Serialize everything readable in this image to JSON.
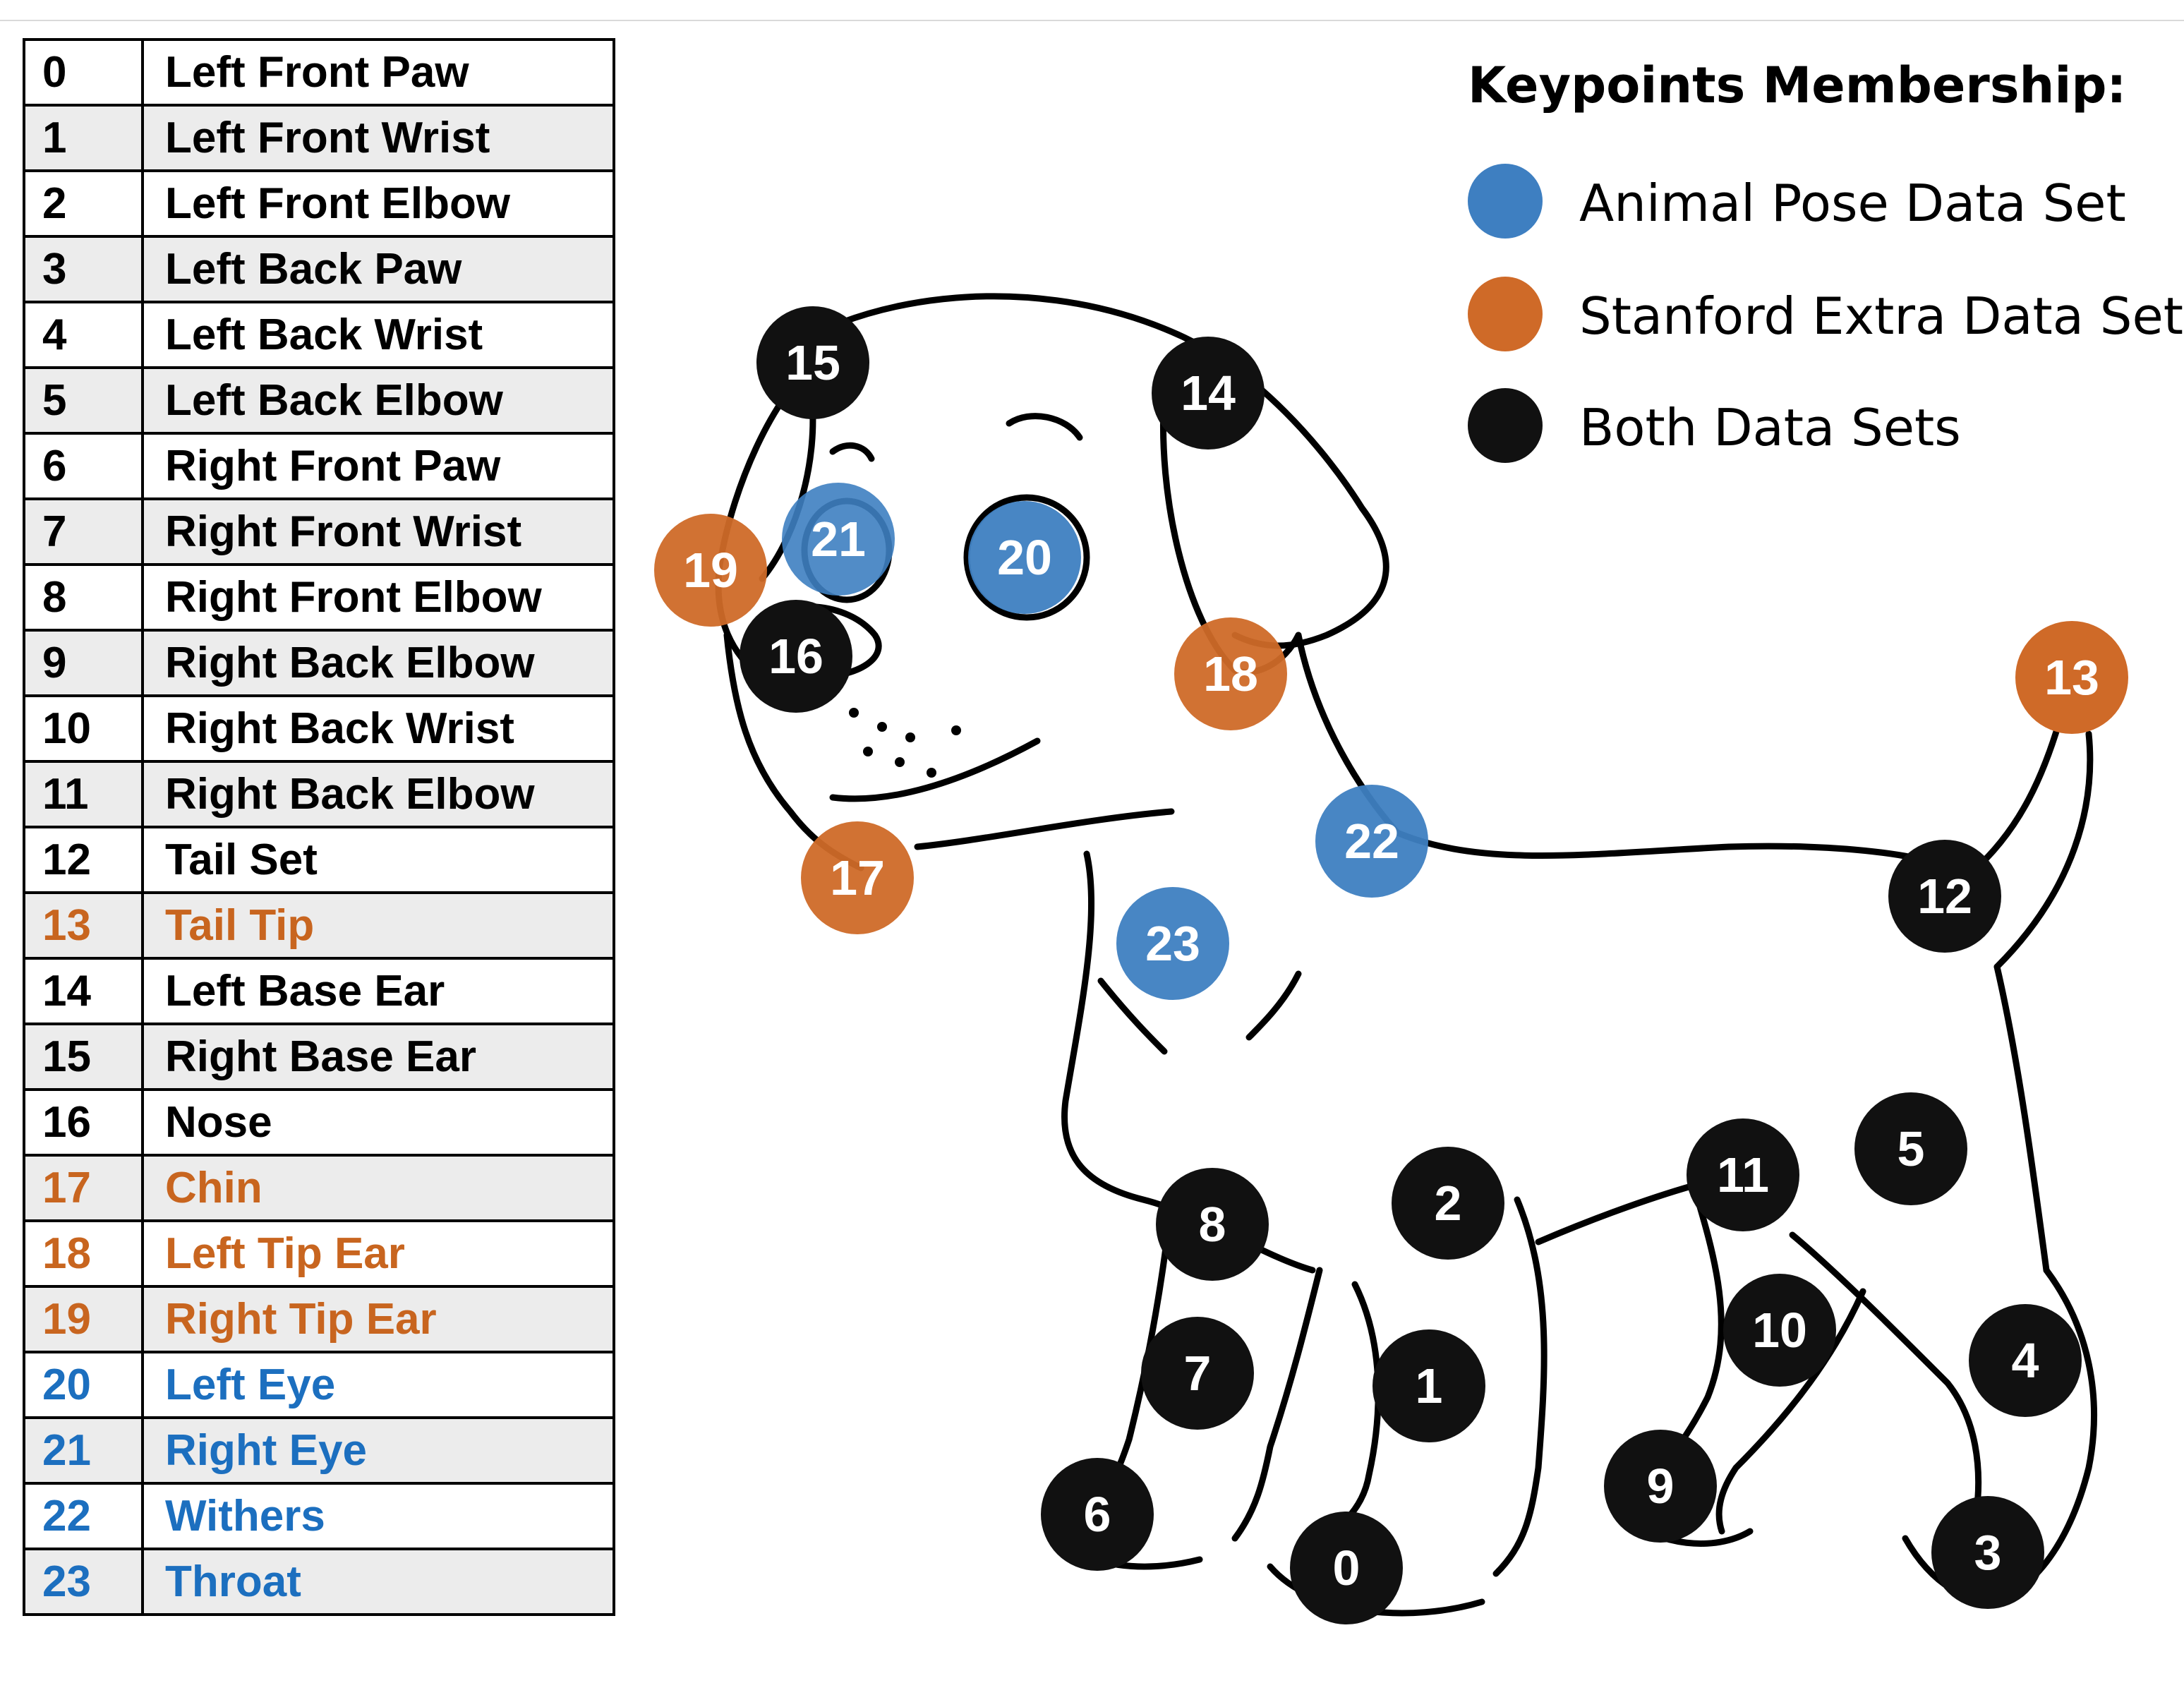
{
  "legend": {
    "title": "Keypoints Membership:",
    "items": [
      {
        "label": "Animal Pose Data Set",
        "color": "#3e7fc1"
      },
      {
        "label": "Stanford Extra Data Set",
        "color": "#cf6a28"
      },
      {
        "label": "Both Data Sets",
        "color": "#111111"
      }
    ]
  },
  "keypoints": [
    {
      "id": "0",
      "name": "Left Front Paw",
      "set": "both"
    },
    {
      "id": "1",
      "name": "Left Front Wrist",
      "set": "both"
    },
    {
      "id": "2",
      "name": "Left Front Elbow",
      "set": "both"
    },
    {
      "id": "3",
      "name": "Left Back Paw",
      "set": "both"
    },
    {
      "id": "4",
      "name": "Left Back Wrist",
      "set": "both"
    },
    {
      "id": "5",
      "name": "Left Back Elbow",
      "set": "both"
    },
    {
      "id": "6",
      "name": "Right Front Paw",
      "set": "both"
    },
    {
      "id": "7",
      "name": "Right Front Wrist",
      "set": "both"
    },
    {
      "id": "8",
      "name": "Right Front Elbow",
      "set": "both"
    },
    {
      "id": "9",
      "name": "Right Back Elbow",
      "set": "both"
    },
    {
      "id": "10",
      "name": "Right Back Wrist",
      "set": "both"
    },
    {
      "id": "11",
      "name": "Right Back Elbow",
      "set": "both"
    },
    {
      "id": "12",
      "name": "Tail Set",
      "set": "both"
    },
    {
      "id": "13",
      "name": "Tail Tip",
      "set": "stanford"
    },
    {
      "id": "14",
      "name": "Left Base Ear",
      "set": "both"
    },
    {
      "id": "15",
      "name": "Right Base Ear",
      "set": "both"
    },
    {
      "id": "16",
      "name": "Nose",
      "set": "both"
    },
    {
      "id": "17",
      "name": "Chin",
      "set": "stanford"
    },
    {
      "id": "18",
      "name": "Left Tip Ear",
      "set": "stanford"
    },
    {
      "id": "19",
      "name": "Right Tip Ear",
      "set": "stanford"
    },
    {
      "id": "20",
      "name": "Left Eye",
      "set": "animalpose"
    },
    {
      "id": "21",
      "name": "Right Eye",
      "set": "animalpose"
    },
    {
      "id": "22",
      "name": "Withers",
      "set": "animalpose"
    },
    {
      "id": "23",
      "name": "Throat",
      "set": "animalpose"
    }
  ]
}
